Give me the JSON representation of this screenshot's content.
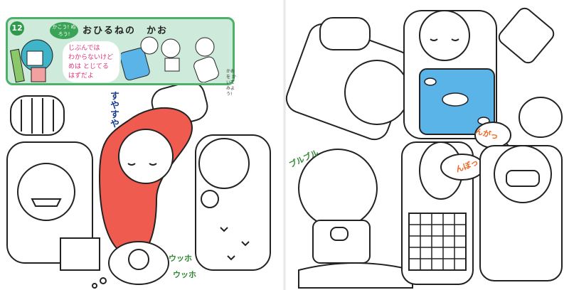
{
  "header": {
    "number": "12",
    "badge": "かこう! ぬろう!",
    "title": "おひるねの　かお",
    "speech": [
      "じぶんでは",
      "わからないけど",
      "めは とじてる",
      "はずだよ"
    ],
    "hint": "かおを かいてみよう!"
  },
  "sound_effects": {
    "suyasuya": "すやすや",
    "ukkho1": "ウッホ",
    "ukkho2": "ウッホ",
    "buruburu": "ブルブル",
    "nga": "んがっ",
    "nbo": "んぼっ"
  },
  "colors": {
    "header_bg": "#cdeadb",
    "header_border": "#4fb06a",
    "sleeping_bag": "#ef5b4f",
    "screen": "#5bb4e8"
  }
}
